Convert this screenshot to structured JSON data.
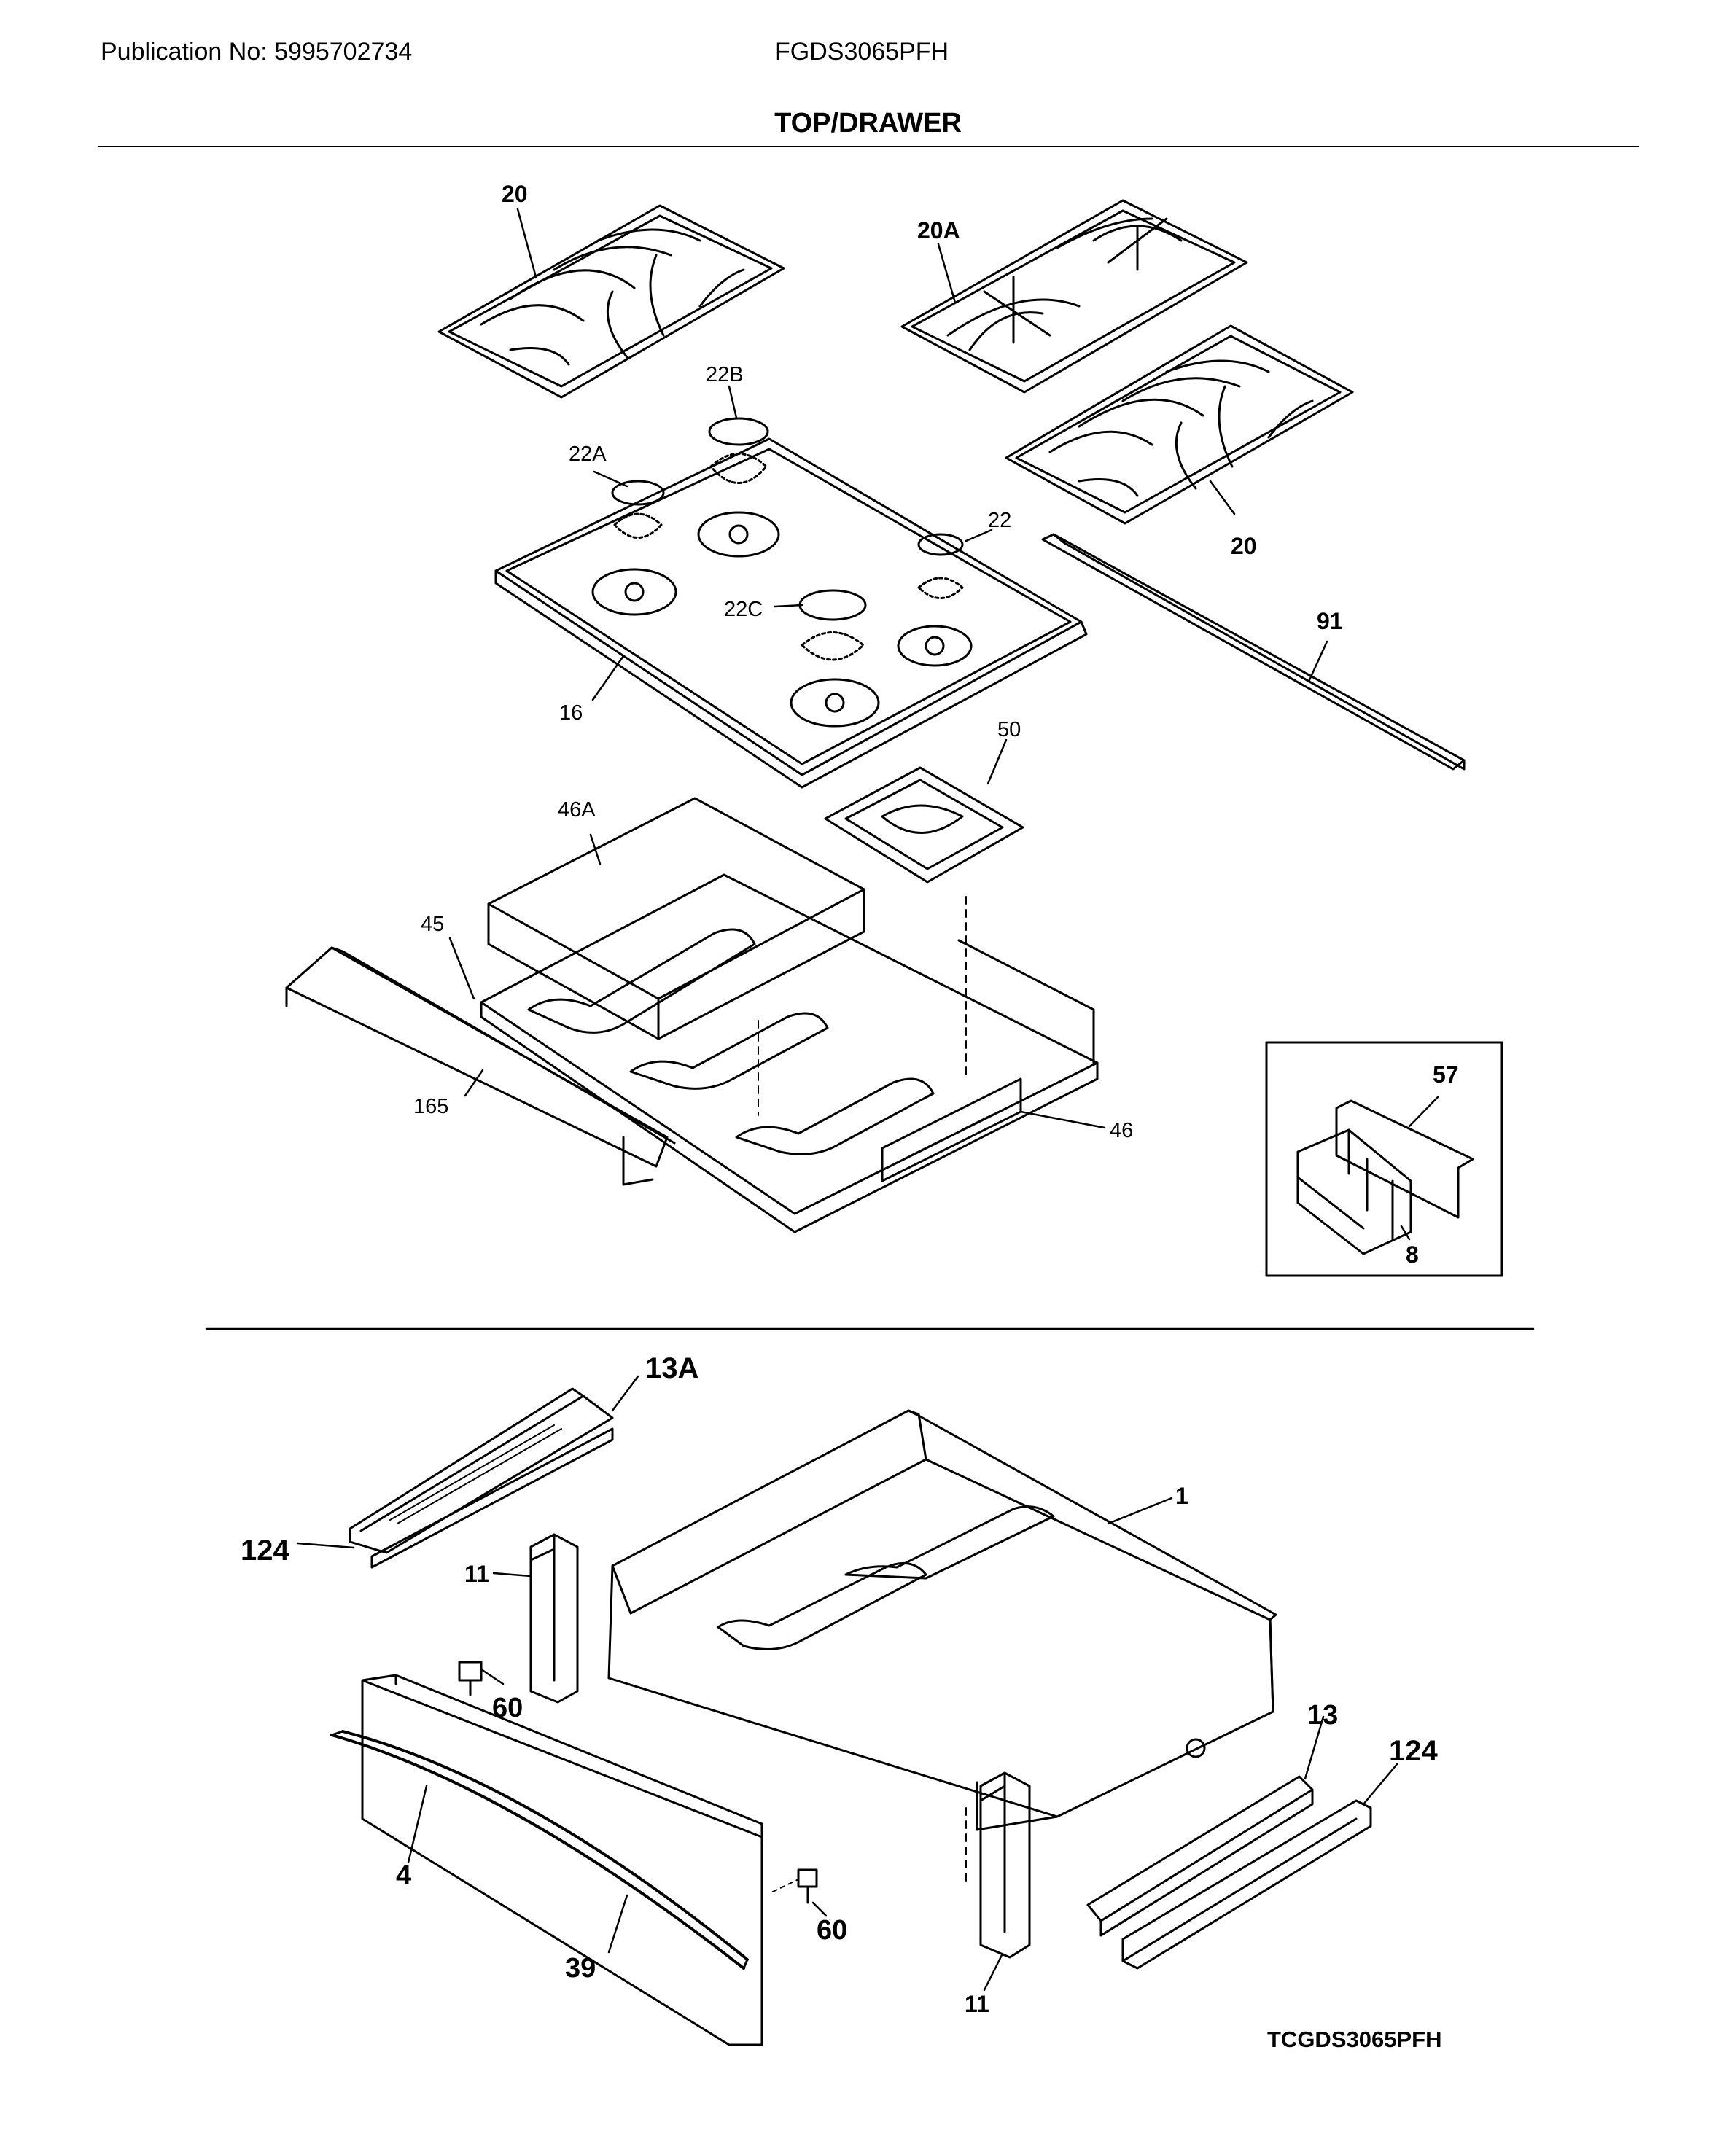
{
  "header": {
    "publication": "Publication No: 5995702734",
    "model": "FGDS3065PFH",
    "section_title": "TOP/DRAWER"
  },
  "callouts": {
    "grate_left": "20",
    "grate_right_back": "20A",
    "grate_right_front": "20",
    "cap_22b": "22B",
    "cap_22a": "22A",
    "cap_22": "22",
    "cap_22c": "22C",
    "cooktop": "16",
    "trim_91": "91",
    "burner_box_50": "50",
    "side_46a": "46A",
    "frame_45": "45",
    "rail_165": "165",
    "side_46": "46",
    "inset_57": "57",
    "inset_8": "8",
    "slide_13a": "13A",
    "glide_124_left": "124",
    "drawer_1": "1",
    "bracket_11_left": "11",
    "screw_60_left": "60",
    "slide_13": "13",
    "glide_124_right": "124",
    "panel_4": "4",
    "handle_39": "39",
    "screw_60_right": "60",
    "bracket_11_right": "11"
  },
  "footer": {
    "diagram_code": "TCGDS3065PFH"
  }
}
